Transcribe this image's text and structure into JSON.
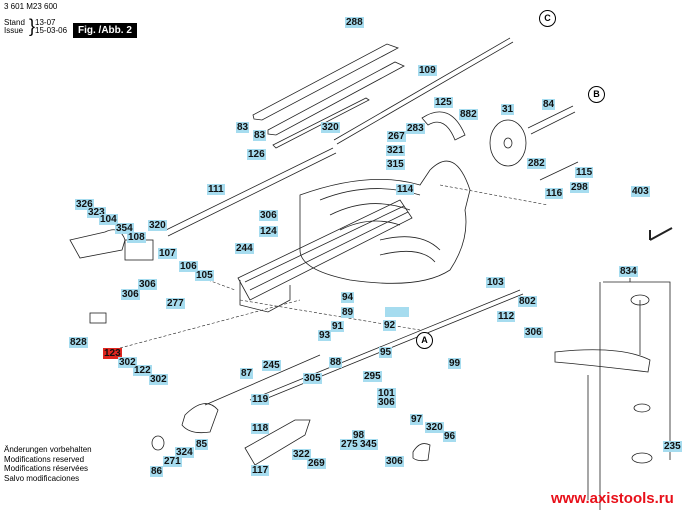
{
  "header": {
    "doc_number": "3 601 M23 600",
    "stand_label": "Stand",
    "issue_label": "Issue",
    "stand_value": "13-07",
    "issue_value": "15-03-06",
    "figure_label": "Fig. /Abb. 2"
  },
  "footer": {
    "notes": [
      "Änderungen vorbehalten",
      "Modifications reserved",
      "Modifications réservées",
      "Salvo modificaciones"
    ],
    "website": "www.axistools.ru",
    "website_color": "#e8101a"
  },
  "colors": {
    "label_bg": "#a6dcef",
    "highlight_bg": "#e0261f"
  },
  "callouts": [
    "A",
    "B",
    "C"
  ],
  "parts": [
    {
      "id": "288"
    },
    {
      "id": "109"
    },
    {
      "id": "125"
    },
    {
      "id": "882"
    },
    {
      "id": "31"
    },
    {
      "id": "84"
    },
    {
      "id": "83"
    },
    {
      "id": "83"
    },
    {
      "id": "126"
    },
    {
      "id": "320"
    },
    {
      "id": "283"
    },
    {
      "id": "267"
    },
    {
      "id": "321"
    },
    {
      "id": "315"
    },
    {
      "id": "282"
    },
    {
      "id": "115"
    },
    {
      "id": "298"
    },
    {
      "id": "116"
    },
    {
      "id": "114"
    },
    {
      "id": "111"
    },
    {
      "id": "403"
    },
    {
      "id": "326"
    },
    {
      "id": "323"
    },
    {
      "id": "104"
    },
    {
      "id": "354"
    },
    {
      "id": "320"
    },
    {
      "id": "108"
    },
    {
      "id": "306"
    },
    {
      "id": "124"
    },
    {
      "id": "244"
    },
    {
      "id": "107"
    },
    {
      "id": "106"
    },
    {
      "id": "105"
    },
    {
      "id": "306"
    },
    {
      "id": "306"
    },
    {
      "id": "277"
    },
    {
      "id": "103"
    },
    {
      "id": "802"
    },
    {
      "id": "834"
    },
    {
      "id": "94"
    },
    {
      "id": "89"
    },
    {
      "id": "92"
    },
    {
      "id": "91"
    },
    {
      "id": "93"
    },
    {
      "id": "88"
    },
    {
      "id": "95"
    },
    {
      "id": "112"
    },
    {
      "id": "306"
    },
    {
      "id": "828"
    },
    {
      "id": "123",
      "highlighted": true
    },
    {
      "id": "302"
    },
    {
      "id": "122"
    },
    {
      "id": "302"
    },
    {
      "id": "87"
    },
    {
      "id": "245"
    },
    {
      "id": "305"
    },
    {
      "id": "295"
    },
    {
      "id": "99"
    },
    {
      "id": "101"
    },
    {
      "id": "306"
    },
    {
      "id": "119"
    },
    {
      "id": "118"
    },
    {
      "id": "97"
    },
    {
      "id": "320"
    },
    {
      "id": "96"
    },
    {
      "id": "98"
    },
    {
      "id": "275"
    },
    {
      "id": "345"
    },
    {
      "id": "306"
    },
    {
      "id": "85"
    },
    {
      "id": "324"
    },
    {
      "id": "271"
    },
    {
      "id": "86"
    },
    {
      "id": "322"
    },
    {
      "id": "269"
    },
    {
      "id": "117"
    },
    {
      "id": "235"
    },
    {
      "id": ""
    }
  ]
}
